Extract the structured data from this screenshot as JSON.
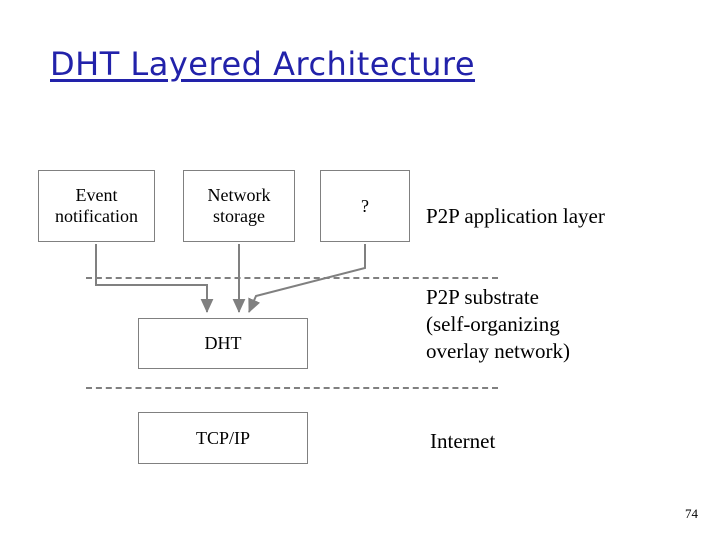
{
  "slide": {
    "title": "DHT Layered Architecture",
    "title_color": "#2222aa",
    "page_number": "74",
    "boxes": [
      {
        "id": "event-notification",
        "label": "Event\nnotification"
      },
      {
        "id": "network-storage",
        "label": "Network\nstorage"
      },
      {
        "id": "question",
        "label": "?"
      },
      {
        "id": "dht",
        "label": "DHT"
      },
      {
        "id": "tcpip",
        "label": "TCP/IP"
      }
    ],
    "labels": [
      {
        "id": "p2p-application-layer",
        "text": "P2P application layer"
      },
      {
        "id": "p2p-substrate",
        "text": "P2P substrate\n(self-organizing\noverlay network)"
      },
      {
        "id": "internet",
        "text": "Internet"
      }
    ],
    "separators": [
      {
        "id": "separator-upper",
        "style": "dashed",
        "color": "#808080"
      },
      {
        "id": "separator-lower",
        "style": "dashed",
        "color": "#808080"
      }
    ],
    "arrows": [
      {
        "id": "arrow-event-to-dht",
        "from": "event-notification",
        "to": "dht"
      },
      {
        "id": "arrow-network-storage-to-dht",
        "from": "network-storage",
        "to": "dht"
      },
      {
        "id": "arrow-question-to-dht",
        "from": "question",
        "to": "dht"
      }
    ]
  }
}
